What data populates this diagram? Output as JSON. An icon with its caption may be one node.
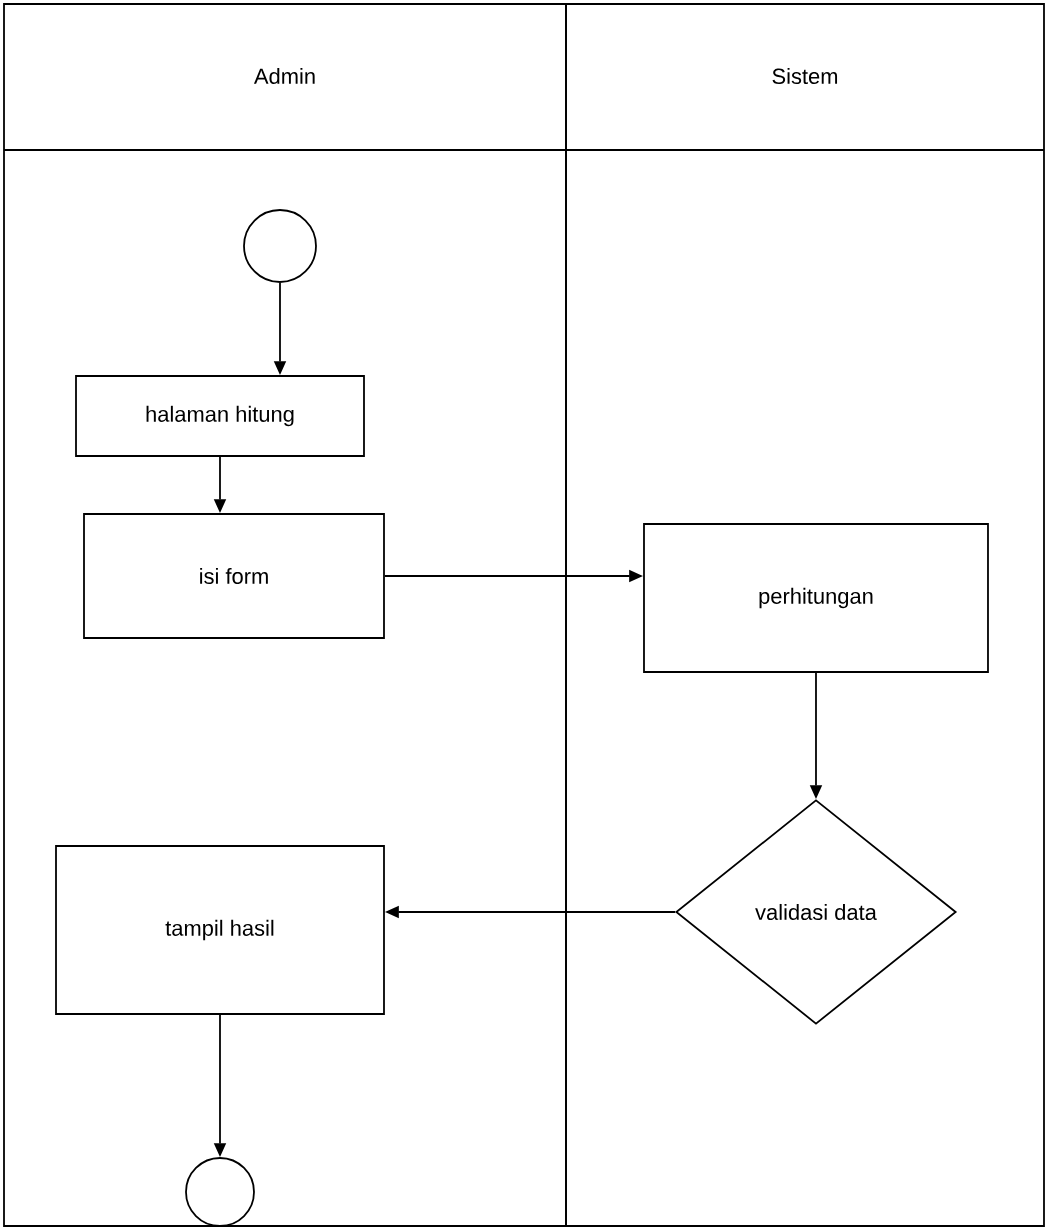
{
  "diagram": {
    "nodes": [
      {
        "text": [
          "Admin"
        ]
      },
      {
        "text": [
          "Sistem"
        ]
      },
      {
        "text": [],
        "shape": "circle",
        "in": 0
      },
      {
        "text": [
          "halaman hitung"
        ],
        "in": 0
      },
      {
        "text": [
          "isi form"
        ],
        "in": 0
      },
      {
        "text": [
          "perhitungan"
        ],
        "in": 1
      },
      {
        "text": [
          "validasi data"
        ],
        "in": 1
      },
      {
        "text": [
          "tampil hasil"
        ],
        "in": 0
      },
      {
        "text": [],
        "shape": "circle",
        "in": 0
      }
    ],
    "edges": [
      {
        "from": 2,
        "to": 3,
        "arrow": "to"
      },
      {
        "from": 3,
        "to": 4,
        "arrow": "to"
      },
      {
        "from": 4,
        "to": 5,
        "arrow": "to"
      },
      {
        "from": 5,
        "to": 6,
        "arrow": "to"
      },
      {
        "from": 6,
        "to": 7,
        "arrow": "to"
      },
      {
        "from": 7,
        "to": 8,
        "arrow": "to"
      }
    ]
  }
}
